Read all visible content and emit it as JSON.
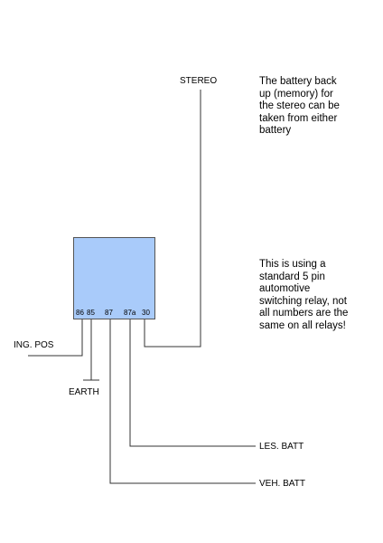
{
  "colors": {
    "relay_fill": "#A9CBFA",
    "wire": "#333333"
  },
  "relay": {
    "pins": [
      "86",
      "85",
      "87",
      "87a",
      "30"
    ]
  },
  "labels": {
    "stereo": "STEREO",
    "ign_pos": "ING. POS",
    "earth": "EARTH",
    "les_batt": "LES. BATT",
    "veh_batt": "VEH. BATT"
  },
  "notes": {
    "memory": "The battery back\nup (memory) for\nthe stereo can be\ntaken from either\nbattery",
    "relay": "This is using a\nstandard 5 pin\nautomotive\nswitching relay, not\nall numbers are the\nsame on all relays!"
  }
}
